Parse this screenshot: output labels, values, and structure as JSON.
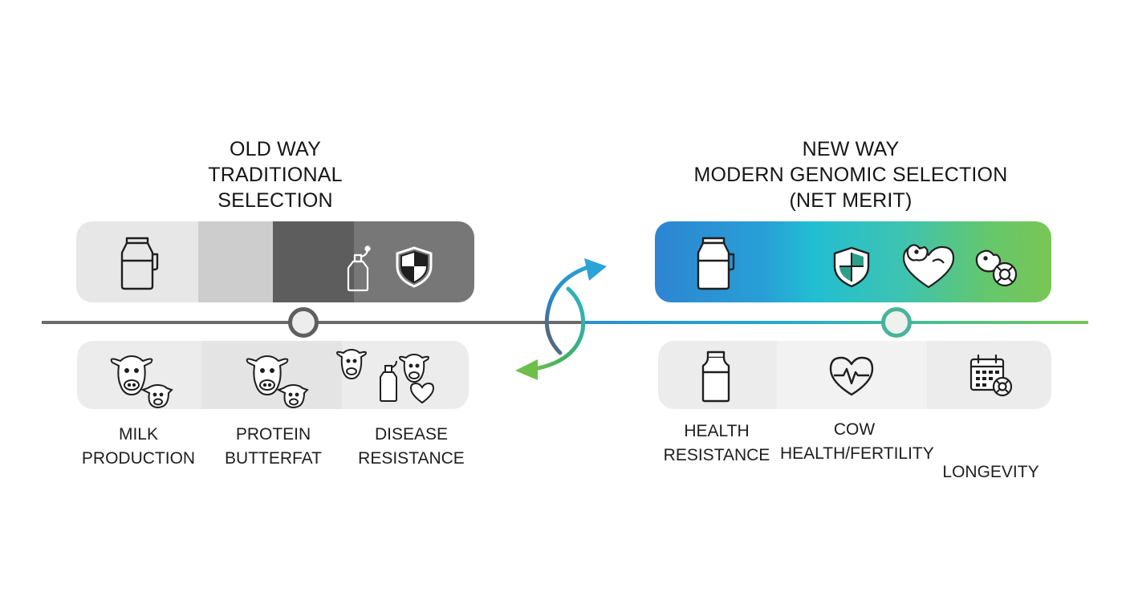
{
  "colors": {
    "old_accent": "#5f5f5f",
    "new_blue": "#2d85d2",
    "new_teal": "#22bed2",
    "new_green": "#79c656"
  },
  "old_way": {
    "title_line1": "OLD WAY",
    "title_line2": "TRADITIONAL",
    "title_line3": "SELECTION",
    "top_icons": [
      "milk-jug-icon",
      "spray-bottle-icon",
      "shield-icon"
    ],
    "traits": [
      {
        "line1": "MILK",
        "line2": "PRODUCTION",
        "icon": "cow-and-calf-icon"
      },
      {
        "line1": "PROTEIN",
        "line2": "BUTTERFAT",
        "icon": "cow-and-calf-icon"
      },
      {
        "line1": "DISEASE",
        "line2": "RESISTANCE",
        "icon": "cows-bottle-heart-icon"
      }
    ]
  },
  "new_way": {
    "title_line1": "NEW WAY",
    "title_line2": "MODERN GENOMIC SELECTION",
    "title_line3": "(NET MERIT)",
    "top_icons": [
      "milk-jug-icon",
      "shield-icon",
      "calf-heart-icon",
      "calf-lifebuoy-icon"
    ],
    "traits": [
      {
        "line1": "HEALTH",
        "line2": "RESISTANCE",
        "icon": "milk-bottle-icon"
      },
      {
        "line1": "COW",
        "line2": "HEALTH/FERTILITY",
        "icon": "heartbeat-icon"
      },
      {
        "line1": "LONGEVITY",
        "icon": "calendar-icon"
      }
    ]
  },
  "transition_icon": "cycle-arrows-icon"
}
